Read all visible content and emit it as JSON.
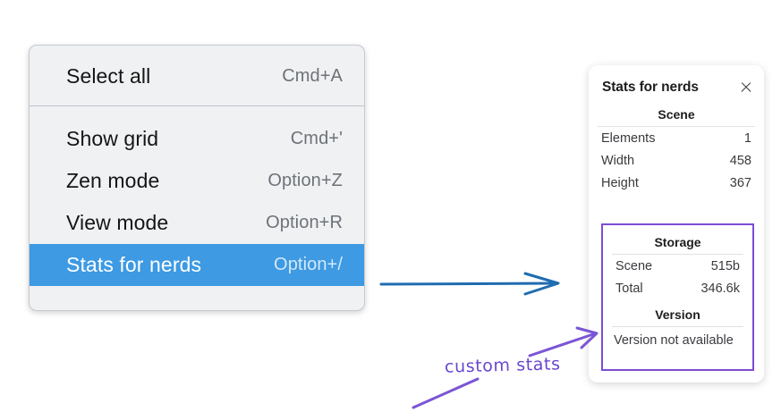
{
  "context_menu": {
    "name": "canvas-context-menu",
    "sections": [
      {
        "items": [
          {
            "label": "Select all",
            "shortcut": "Cmd+A",
            "highlighted": false
          }
        ]
      },
      {
        "items": [
          {
            "label": "Show grid",
            "shortcut": "Cmd+'",
            "highlighted": false
          },
          {
            "label": "Zen mode",
            "shortcut": "Option+Z",
            "highlighted": false
          },
          {
            "label": "View mode",
            "shortcut": "Option+R",
            "highlighted": false
          },
          {
            "label": "Stats for nerds",
            "shortcut": "Option+/",
            "highlighted": true
          }
        ]
      }
    ]
  },
  "stats_panel": {
    "title": "Stats for nerds",
    "close_icon": "close-icon",
    "scene": {
      "heading": "Scene",
      "rows": [
        {
          "label": "Elements",
          "value": "1"
        },
        {
          "label": "Width",
          "value": "458"
        },
        {
          "label": "Height",
          "value": "367"
        }
      ]
    },
    "storage": {
      "heading": "Storage",
      "rows": [
        {
          "label": "Scene",
          "value": "515b"
        },
        {
          "label": "Total",
          "value": "346.6k"
        }
      ]
    },
    "version": {
      "heading": "Version",
      "text": "Version not available"
    }
  },
  "annotations": {
    "note": "custom stats",
    "arrow_blue_color": "#1f6cb0",
    "arrow_purple_color": "#7b55d6",
    "highlight_color": "#3d9ae3",
    "custom_box_color": "#7c4dd6"
  }
}
